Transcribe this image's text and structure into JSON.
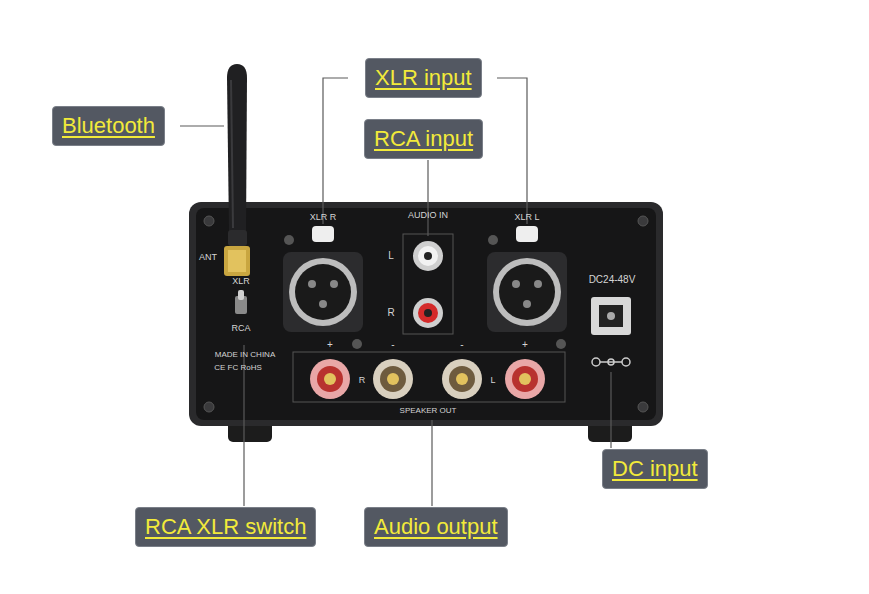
{
  "diagram": {
    "nodes": [
      {
        "text": [
          "XLR input"
        ]
      },
      {
        "text": [
          "Bluetooth"
        ]
      },
      {
        "text": [
          "RCA input"
        ]
      },
      {
        "text": [
          "DC input"
        ]
      },
      {
        "text": [
          "RCA XLR switch"
        ]
      },
      {
        "text": [
          "Audio output"
        ]
      }
    ],
    "labels": [
      "AUDIO IN",
      "XLR R",
      "XLR L",
      "ANT",
      "L",
      "R",
      "DC24-48V",
      "XLR",
      "RCA",
      "+",
      "-",
      "-",
      "+",
      "MADE IN CHINA",
      "R",
      "L",
      "CE FC RoHS",
      "SPEAKER OUT"
    ]
  }
}
